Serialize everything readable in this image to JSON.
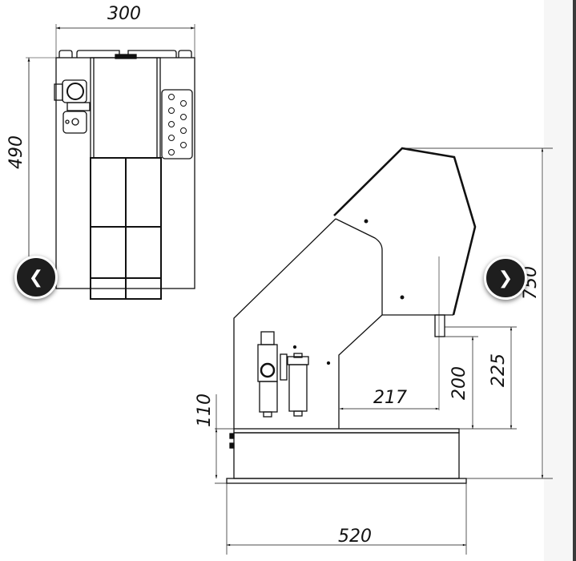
{
  "gallery": {
    "prev_icon": "chevron-left-icon",
    "next_icon": "chevron-right-icon",
    "prev_glyph": "❮",
    "next_glyph": "❯"
  },
  "drawing": {
    "top_view": {
      "width_dim": "300",
      "depth_dim": "490"
    },
    "side_view": {
      "height_dim": "750",
      "reach_dim": "217",
      "stroke_dim": "200",
      "opening_dim": "225",
      "base_height_dim": "110",
      "base_width_dim": "520"
    }
  },
  "colors": {
    "line": "#111111",
    "nav_bg": "#1e1e1e",
    "sidebar": "#f6f6f6"
  }
}
